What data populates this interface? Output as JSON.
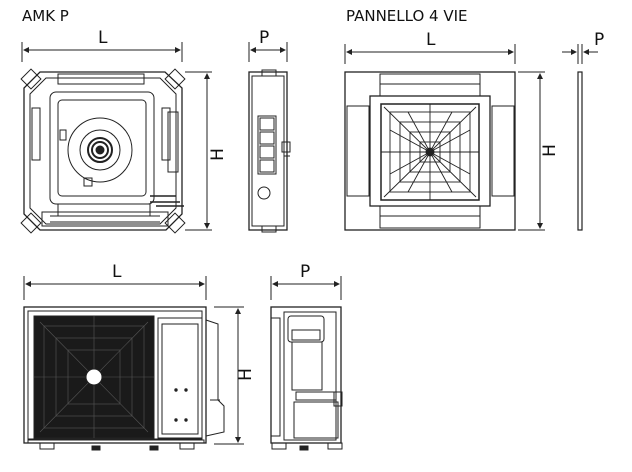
{
  "titles": {
    "indoor": "AMK P",
    "panel": "PANNELLO 4 VIE"
  },
  "dims": {
    "indoor_width": "L",
    "indoor_height": "H",
    "indoor_depth": "P",
    "panel_width": "L",
    "panel_height": "H",
    "panel_depth": "P",
    "outdoor_width": "L",
    "outdoor_height": "H",
    "outdoor_depth": "P"
  },
  "colors": {
    "line": "#222222",
    "background": "#ffffff"
  }
}
